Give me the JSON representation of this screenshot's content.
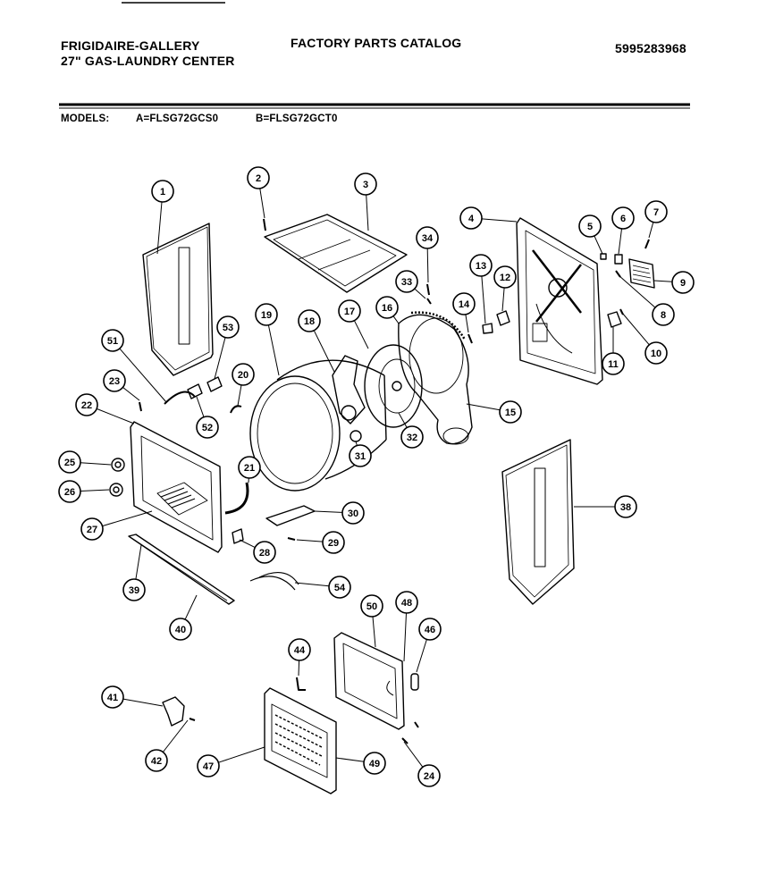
{
  "header": {
    "brand_line1": "FRIGIDAIRE-GALLERY",
    "brand_line2": "27\" GAS-LAUNDRY CENTER",
    "catalog_title": "FACTORY PARTS CATALOG",
    "part_number": "5995283968"
  },
  "models": {
    "label": "MODELS:",
    "model_a": "A=FLSG72GCS0",
    "model_b": "B=FLSG72GCT0"
  },
  "callouts": [
    {
      "id": "1",
      "label": "1"
    },
    {
      "id": "2",
      "label": "2"
    },
    {
      "id": "3",
      "label": "3"
    },
    {
      "id": "4",
      "label": "4"
    },
    {
      "id": "5",
      "label": "5"
    },
    {
      "id": "6",
      "label": "6"
    },
    {
      "id": "7",
      "label": "7"
    },
    {
      "id": "8",
      "label": "8"
    },
    {
      "id": "9",
      "label": "9"
    },
    {
      "id": "10",
      "label": "10"
    },
    {
      "id": "11",
      "label": "11"
    },
    {
      "id": "12",
      "label": "12"
    },
    {
      "id": "13",
      "label": "13"
    },
    {
      "id": "14",
      "label": "14"
    },
    {
      "id": "15",
      "label": "15"
    },
    {
      "id": "16",
      "label": "16"
    },
    {
      "id": "17",
      "label": "17"
    },
    {
      "id": "18",
      "label": "18"
    },
    {
      "id": "19",
      "label": "19"
    },
    {
      "id": "20",
      "label": "20"
    },
    {
      "id": "21",
      "label": "21"
    },
    {
      "id": "22",
      "label": "22"
    },
    {
      "id": "23",
      "label": "23"
    },
    {
      "id": "24",
      "label": "24"
    },
    {
      "id": "25",
      "label": "25"
    },
    {
      "id": "26",
      "label": "26"
    },
    {
      "id": "27",
      "label": "27"
    },
    {
      "id": "28",
      "label": "28"
    },
    {
      "id": "29",
      "label": "29"
    },
    {
      "id": "30",
      "label": "30"
    },
    {
      "id": "31",
      "label": "31"
    },
    {
      "id": "32",
      "label": "32"
    },
    {
      "id": "33",
      "label": "33"
    },
    {
      "id": "34",
      "label": "34"
    },
    {
      "id": "38",
      "label": "38"
    },
    {
      "id": "39",
      "label": "39"
    },
    {
      "id": "40",
      "label": "40"
    },
    {
      "id": "41",
      "label": "41"
    },
    {
      "id": "42",
      "label": "42"
    },
    {
      "id": "44",
      "label": "44"
    },
    {
      "id": "46",
      "label": "46"
    },
    {
      "id": "47",
      "label": "47"
    },
    {
      "id": "48",
      "label": "48"
    },
    {
      "id": "49",
      "label": "49"
    },
    {
      "id": "50",
      "label": "50"
    },
    {
      "id": "51",
      "label": "51"
    },
    {
      "id": "52",
      "label": "52"
    },
    {
      "id": "53",
      "label": "53"
    },
    {
      "id": "54",
      "label": "54"
    }
  ]
}
